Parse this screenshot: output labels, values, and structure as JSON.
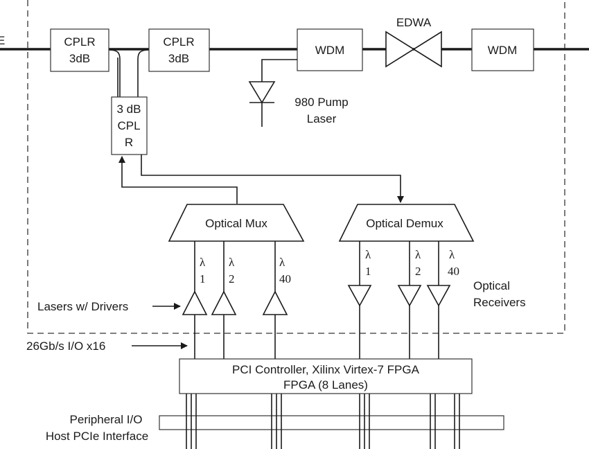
{
  "blocks": {
    "cplr1": [
      "CPLR",
      "3dB"
    ],
    "cplr2": [
      "CPLR",
      "3dB"
    ],
    "cplr3": [
      "3 dB",
      "CPL",
      "R"
    ],
    "wdm1": "WDM",
    "wdm2": "WDM",
    "edwa": "EDWA",
    "pump": [
      "980 Pump",
      "Laser"
    ],
    "mux": "Optical Mux",
    "demux": "Optical Demux",
    "fpga": [
      "PCI Controller,  Xilinx Virtex-7 FPGA",
      "FPGA (8 Lanes)"
    ]
  },
  "channels": {
    "mux": [
      {
        "lambda": "λ",
        "index": "1"
      },
      {
        "lambda": "λ",
        "index": "2"
      },
      {
        "lambda": "λ",
        "index": "40"
      }
    ],
    "demux": [
      {
        "lambda": "λ",
        "index": "1"
      },
      {
        "lambda": "λ",
        "index": "2"
      },
      {
        "lambda": "λ",
        "index": "40"
      }
    ]
  },
  "labels": {
    "lasers": "Lasers w/ Drivers",
    "receivers": [
      "Optical",
      "Receivers"
    ],
    "io": "26Gb/s I/O x16",
    "peripheral": [
      "Peripheral I/O",
      "Host PCIe Interface"
    ],
    "edge_fragment": "E"
  }
}
